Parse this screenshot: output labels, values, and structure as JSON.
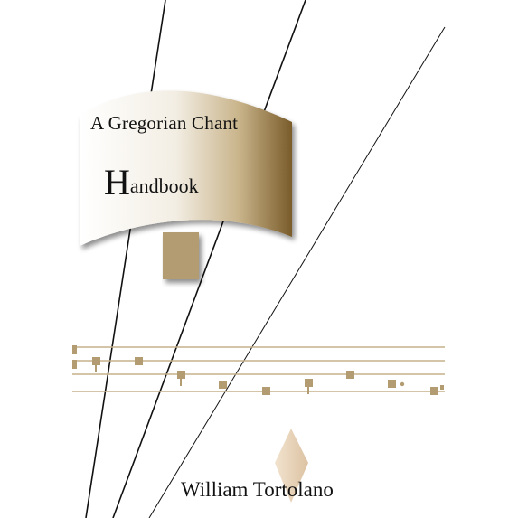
{
  "cover": {
    "title_line1": "A Gregorian Chant",
    "title_initial": "H",
    "title_rest": "andbook",
    "author": "William Tortolano"
  },
  "colors": {
    "background": "#ffffff",
    "gold": "#b39c72",
    "gold_dark": "#8a6f3d",
    "line": "#111111",
    "text": "#111111"
  }
}
